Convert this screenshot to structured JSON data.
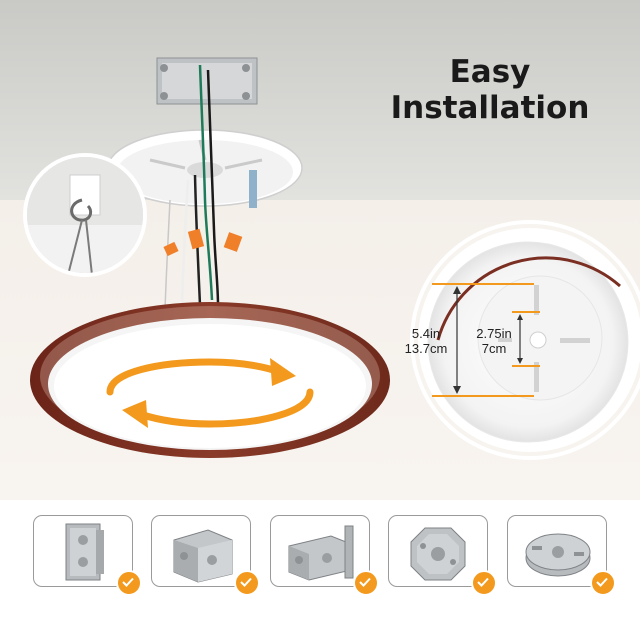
{
  "headline": {
    "line1": "Easy",
    "line2": "Installation"
  },
  "dimensions": {
    "outer_in": "5.4in",
    "outer_cm": "13.7cm",
    "inner_in": "2.75in",
    "inner_cm": "7cm"
  },
  "colors": {
    "accent": "#f39a1e",
    "wood": "#7a2f22",
    "ceiling": "#d3d3d0"
  },
  "junction_boxes": [
    {
      "name": "single-gang-box",
      "supported": true
    },
    {
      "name": "square-box",
      "supported": true
    },
    {
      "name": "handy-box",
      "supported": true
    },
    {
      "name": "octagon-box",
      "supported": true
    },
    {
      "name": "pancake-box",
      "supported": true
    }
  ],
  "icons": [
    "check-icon",
    "rotate-arrows-icon",
    "hook-icon"
  ]
}
